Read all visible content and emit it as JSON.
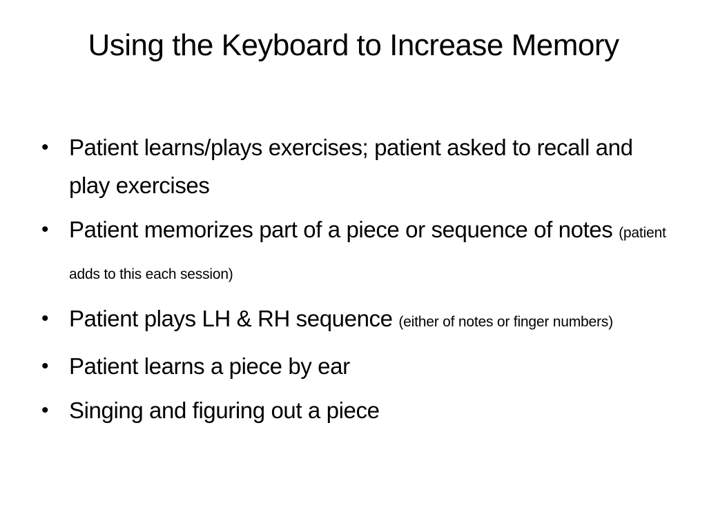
{
  "slide": {
    "title": "Using the Keyboard to Increase Memory",
    "bullet_glyph": "•",
    "bullets": [
      {
        "text": "Patient learns/plays exercises; patient asked to recall and play exercises",
        "note": ""
      },
      {
        "text": "Patient memorizes part of a piece or sequence of notes",
        "note": "(patient adds to this each session)"
      },
      {
        "text": "Patient plays LH & RH sequence",
        "note": "(either of notes or finger numbers)"
      },
      {
        "text": "Patient learns a piece by ear",
        "note": ""
      },
      {
        "text": "Singing and figuring out a piece",
        "note": ""
      }
    ]
  }
}
